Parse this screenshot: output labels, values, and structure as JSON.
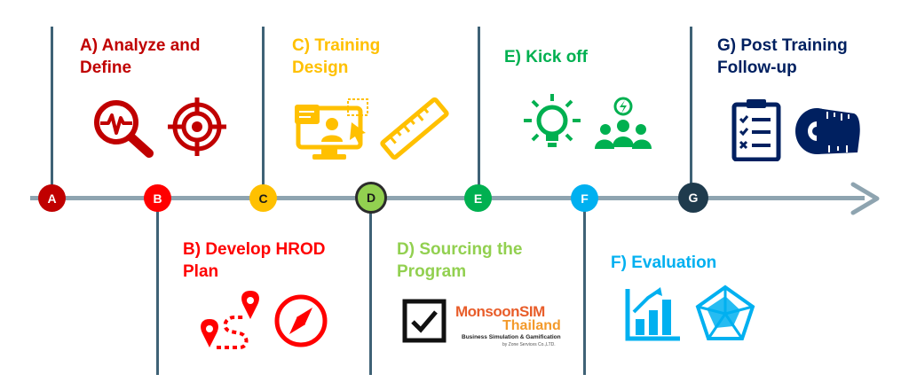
{
  "steps": [
    {
      "letter": "A",
      "title": "A) Analyze and Define",
      "color": "#c00000"
    },
    {
      "letter": "B",
      "title": "B) Develop HROD Plan",
      "color": "#ff0000"
    },
    {
      "letter": "C",
      "title": "C) Training Design",
      "color": "#ffc000"
    },
    {
      "letter": "D",
      "title": "D) Sourcing the Program",
      "color": "#92d050"
    },
    {
      "letter": "E",
      "title": "E) Kick off",
      "color": "#00b050"
    },
    {
      "letter": "F",
      "title": "F) Evaluation",
      "color": "#00b0f0"
    },
    {
      "letter": "G",
      "title": "G) Post Training Follow-up",
      "color": "#002060"
    }
  ],
  "node_colors": {
    "A": "#c00000",
    "B": "#ff0000",
    "C": "#ffc000",
    "D": "#92d050",
    "E": "#00b050",
    "F": "#00b0f0",
    "G": "#1f3b4d"
  },
  "axis_color": "#8ea4b0",
  "connector_color": "#3f6276",
  "logo": {
    "name": "MonsoonSIM",
    "region": "Thailand",
    "tagline": "Business Simulation & Gamification",
    "company": "by Zone Services Co.,LTD."
  },
  "icons": {
    "A": [
      "magnifier-pulse-icon",
      "target-icon"
    ],
    "B": [
      "route-pins-icon",
      "compass-icon"
    ],
    "C": [
      "monitor-presentation-icon",
      "ruler-icon"
    ],
    "D": [
      "checkbox-icon",
      "monsoonsim-logo"
    ],
    "E": [
      "lightbulb-icon",
      "team-idea-icon"
    ],
    "F": [
      "bar-chart-growth-icon",
      "radar-chart-icon"
    ],
    "G": [
      "checklist-clipboard-icon",
      "measuring-tape-icon"
    ]
  }
}
